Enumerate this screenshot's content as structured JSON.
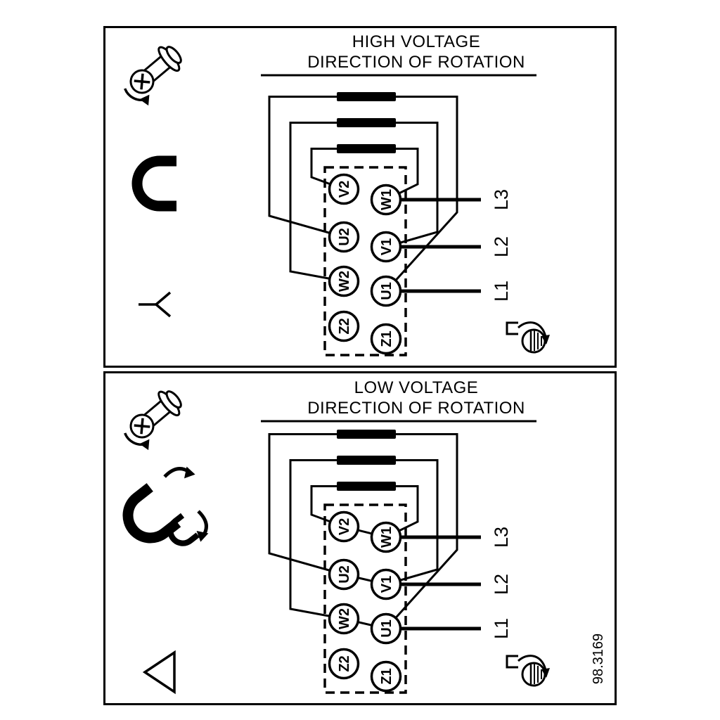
{
  "figure_number": "98.3169",
  "panels": [
    {
      "title_line1": "HIGH VOLTAGE",
      "title_line2": "DIRECTION OF ROTATION",
      "connection": "star",
      "terminals_left": [
        "V2",
        "U2",
        "W2",
        "Z2"
      ],
      "terminals_right": [
        "W1",
        "V1",
        "U1",
        "Z1"
      ],
      "supply_lines": [
        "L3",
        "L2",
        "L1"
      ],
      "link_bars": 3
    },
    {
      "title_line1": "LOW VOLTAGE",
      "title_line2": "DIRECTION OF ROTATION",
      "connection": "delta",
      "terminals_left": [
        "V2",
        "U2",
        "W2",
        "Z2"
      ],
      "terminals_right": [
        "W1",
        "V1",
        "U1",
        "Z1"
      ],
      "supply_lines": [
        "L3",
        "L2",
        "L1"
      ],
      "link_bars": 3
    }
  ],
  "icons": {
    "screw": "terminal-screw-with-turn-arrow",
    "jumper_bracket": "terminal-link-bracket",
    "rotation": "rotation-direction",
    "star_symbol": "Y",
    "delta_symbol": "△"
  }
}
